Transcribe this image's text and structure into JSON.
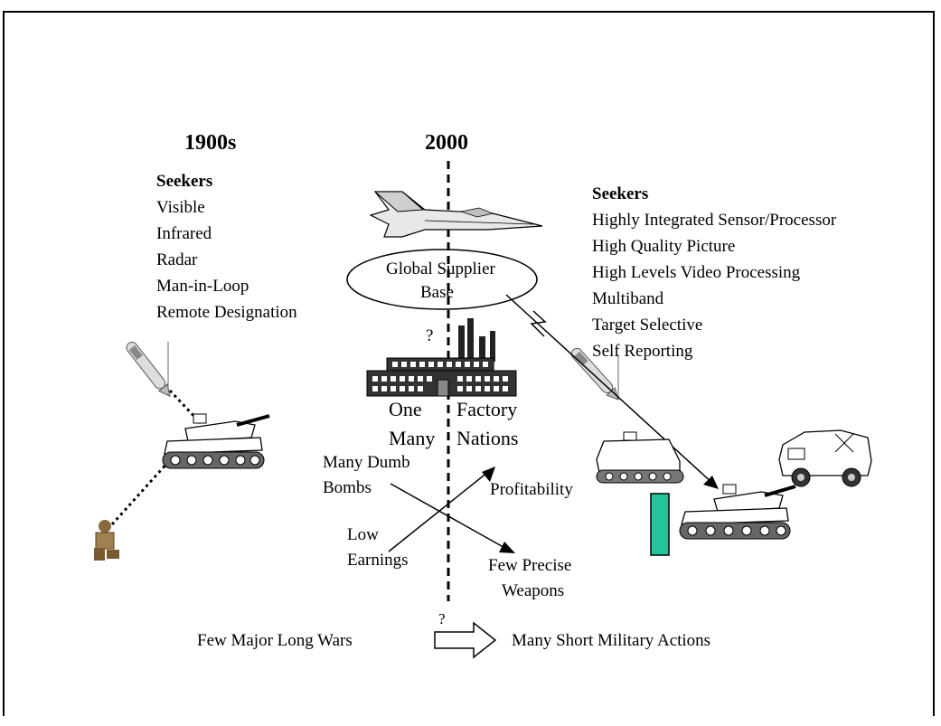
{
  "era_left": "1900s",
  "era_center": "2000",
  "left_seekers": {
    "title": "Seekers",
    "items": [
      "Visible",
      "Infrared",
      "Radar",
      "Man-in-Loop",
      "Remote Designation"
    ]
  },
  "right_seekers": {
    "title": "Seekers",
    "items": [
      "Highly Integrated Sensor/Processor",
      "High Quality Picture",
      "High Levels Video Processing",
      "Multiband",
      "Target Selective",
      "Self Reporting"
    ]
  },
  "supplier": {
    "line1": "Global Supplier",
    "line2": "Base"
  },
  "question_mark": "?",
  "factory": {
    "one": "One",
    "factory": "Factory",
    "many": "Many",
    "nations": "Nations"
  },
  "cross": {
    "top_left_1": "Many Dumb",
    "top_left_2": "Bombs",
    "top_right": "Profitability",
    "bottom_left_1": "Low",
    "bottom_left_2": "Earnings",
    "bottom_right_1": "Few Precise",
    "bottom_right_2": "Weapons"
  },
  "transition": {
    "from": "Few Major Long Wars",
    "question": "?",
    "to": "Many Short Military Actions"
  },
  "colors": {
    "bar": "#22c49a",
    "line": "#000000"
  }
}
